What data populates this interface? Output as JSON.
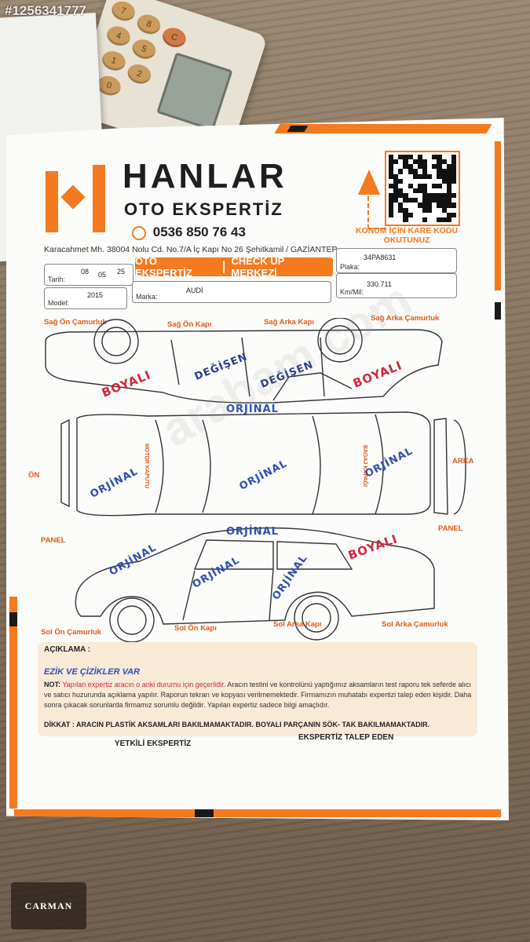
{
  "watermark": {
    "listing_id": "#1256341777"
  },
  "calculator": {
    "keys": [
      "7",
      "4",
      "1",
      "0",
      "8",
      "5",
      "2",
      "C"
    ]
  },
  "header": {
    "brand": "HANLAR",
    "brand_sub": "OTO EKSPERTİZ",
    "phone": "0536 850 76 43",
    "address": "Karacahmet Mh. 38004 Nolu Cd. No.7/A İç Kapı No 26 Şehitkamil / GAZİANTEP",
    "qr_label": "KONUM İÇİN KARE KODU OKUTUNUZ",
    "banner_left": "OTO EKSPERTİZ",
    "banner_right": "CHECK UP MERKEZİ"
  },
  "fields": {
    "tarih_label": "Tarih:",
    "tarih_d": "08",
    "tarih_m": "05",
    "tarih_y": "25",
    "plaka_label": "Plaka:",
    "plaka": "34PA8631",
    "model_label": "Model:",
    "model": "2015",
    "marka_label": "Marka:",
    "marka": "AUDİ",
    "km_label": "Km/Mil:",
    "km": "330.711"
  },
  "parts": {
    "sag_on_camurluk": "Sağ Ön Çamurluk",
    "sag_on_kapi": "Sağ Ön Kapı",
    "sag_arka_kapi": "Sağ Arka Kapı",
    "sag_arka_camurluk": "Sağ Arka Çamurluk",
    "on": "ÖN",
    "arka": "ARKA",
    "panel_left": "PANEL",
    "panel_right": "PANEL",
    "motor_kaputu": "MOTOR KAPUTU",
    "bagaj_kapagi": "BAGAJ KAPAĞI",
    "sol_on_camurluk": "Sol Ön Çamurluk",
    "sol_on_kapi": "Sol Ön Kapı",
    "sol_arka_kapi": "Sol Arka Kapı",
    "sol_arka_camurluk": "Sol Arka Çamurluk"
  },
  "stamps": {
    "degisen": "DEĞİŞEN",
    "boyali": "BOYALI",
    "orjinal": "ORJİNAL"
  },
  "description": {
    "title": "AÇIKLAMA :",
    "note": "EZİK VE ÇİZİKLER VAR",
    "not_label": "NOT:",
    "not_red": "Yapılan expertiz aracın o anki durumu için geçerlidir.",
    "not_rest": "Aracın testini ve kontrolünü yaptığımız aksamların test raporu tek seferde alıcı ve satıcı huzurunda açıklama yapılır. Raporun tekrarı ve kopyası verilmemektedir. Firmamızın muhatabı expertizi talep eden kişidir. Daha sonra çıkacak sorunlarda firmamız sorumlu değildir. Yapılan expertiz sadece bilgi amaçlıdır.",
    "dikkat": "DİKKAT : ARACIN PLASTİK AKSAMLARI BAKILMAMAKTADIR. BOYALI PARÇANIN SÖK- TAK BAKILMAMAKTADIR."
  },
  "signatures": {
    "left": "YETKİLİ EKSPERTİZ",
    "right": "EKSPERTİZ TALEP EDEN"
  },
  "site_watermark": "arabam.com",
  "badge": {
    "label": "CARMAN"
  },
  "colors": {
    "accent": "#f47a20",
    "stamp_blue": "#2d4fb8",
    "stamp_red": "#d1283a"
  }
}
